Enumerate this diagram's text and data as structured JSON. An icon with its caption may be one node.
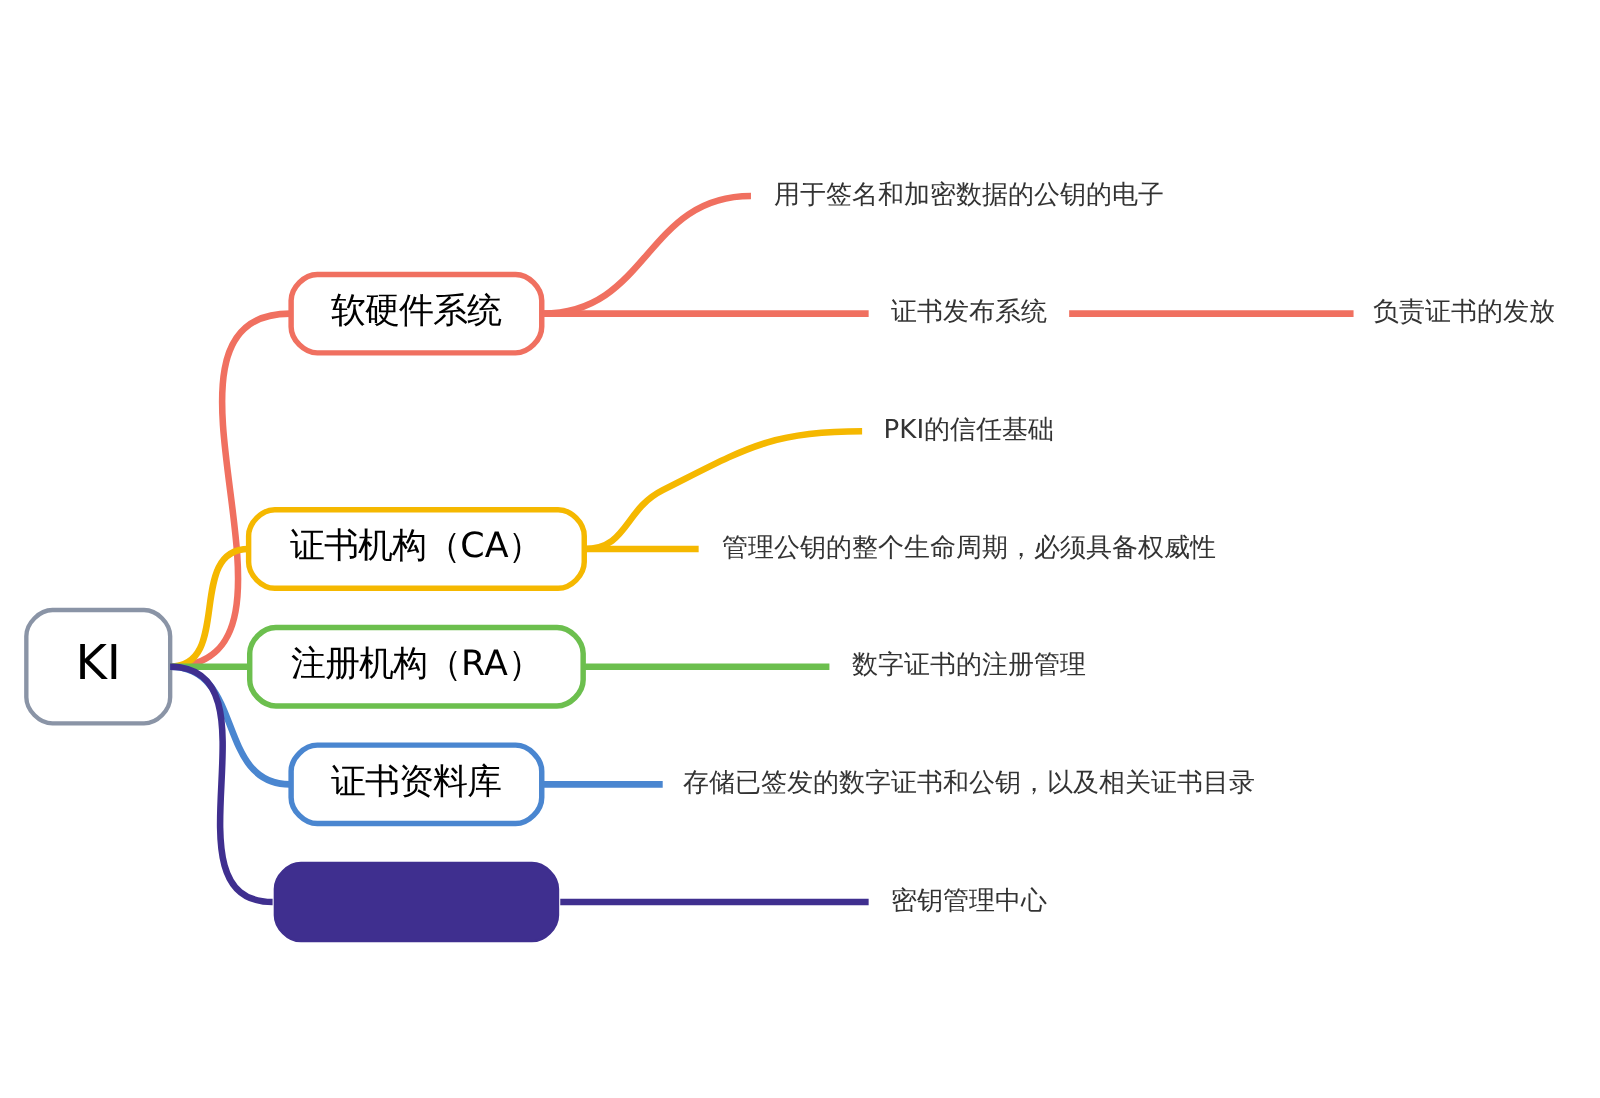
{
  "diagram": {
    "nodes": [
      {
        "text": [
          "KI"
        ]
      },
      {
        "text": [
          "软硬件系统"
        ]
      },
      {
        "text": [
          "用于签名和加密数据的公钥的电子"
        ]
      },
      {
        "text": [
          "证书发布系统"
        ]
      },
      {
        "text": [
          "负责证书的发放"
        ]
      },
      {
        "text": [
          "证书机构（CA）"
        ]
      },
      {
        "text": [
          "PKI的信任基础"
        ]
      },
      {
        "text": [
          "管理公钥的整个生命周期，必须具备权威性"
        ]
      },
      {
        "text": [
          "注册机构（RA）"
        ]
      },
      {
        "text": [
          "数字证书的注册管理"
        ]
      },
      {
        "text": [
          "证书资料库"
        ]
      },
      {
        "text": [
          "存储已签发的数字证书和公钥，以及相关证书目录"
        ]
      },
      {
        "text": [],
        "shape": "box"
      },
      {
        "text": [
          "密钥管理中心"
        ]
      }
    ],
    "edges": [
      {
        "from": 0,
        "to": 1,
        "arrow": "none",
        "color": "#f07060"
      },
      {
        "from": 1,
        "to": 2,
        "arrow": "none",
        "color": "#f07060"
      },
      {
        "from": 1,
        "to": 3,
        "arrow": "none",
        "color": "#f07060"
      },
      {
        "from": 3,
        "to": 4,
        "arrow": "none",
        "color": "#f07060"
      },
      {
        "from": 0,
        "to": 5,
        "arrow": "none",
        "color": "#f5b800"
      },
      {
        "from": 5,
        "to": 6,
        "arrow": "none",
        "color": "#f5b800"
      },
      {
        "from": 5,
        "to": 7,
        "arrow": "none",
        "color": "#f5b800"
      },
      {
        "from": 0,
        "to": 8,
        "arrow": "none",
        "color": "#6cbf4e"
      },
      {
        "from": 8,
        "to": 9,
        "arrow": "none",
        "color": "#6cbf4e"
      },
      {
        "from": 0,
        "to": 10,
        "arrow": "none",
        "color": "#4a86d0"
      },
      {
        "from": 10,
        "to": 11,
        "arrow": "none",
        "color": "#4a86d0"
      },
      {
        "from": 0,
        "to": 12,
        "arrow": "none",
        "color": "#3f2f8f"
      },
      {
        "from": 12,
        "to": 13,
        "arrow": "none",
        "color": "#3f2f8f"
      }
    ]
  }
}
